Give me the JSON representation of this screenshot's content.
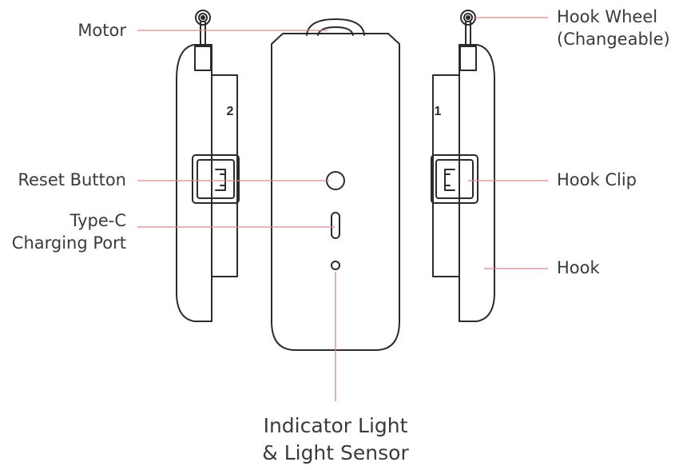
{
  "colors": {
    "outline": "#2b2b2b",
    "leader": "#d9868a",
    "text": "#3a3a3a",
    "background": "#ffffff"
  },
  "device_markings": {
    "left_hook_number": "2",
    "right_hook_number": "1"
  },
  "labels": {
    "motor": "Motor",
    "hook_wheel_line1": "Hook Wheel",
    "hook_wheel_line2": "(Changeable)",
    "reset_button": "Reset Button",
    "type_c_line1": "Type-C",
    "type_c_line2": "Charging Port",
    "hook_clip": "Hook Clip",
    "hook": "Hook",
    "indicator_line1": "Indicator Light",
    "indicator_line2": "& Light Sensor"
  }
}
